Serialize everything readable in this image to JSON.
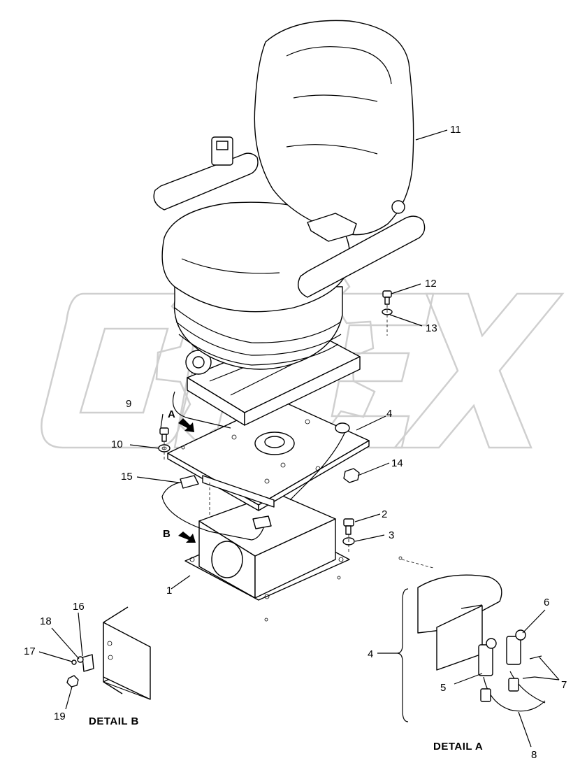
{
  "watermark": "OPEX",
  "callouts": [
    {
      "id": "1",
      "label": "1"
    },
    {
      "id": "2",
      "label": "2"
    },
    {
      "id": "3",
      "label": "3"
    },
    {
      "id": "4",
      "label": "4"
    },
    {
      "id": "5",
      "label": "5"
    },
    {
      "id": "6",
      "label": "6"
    },
    {
      "id": "7",
      "label": "7"
    },
    {
      "id": "8",
      "label": "8"
    },
    {
      "id": "9",
      "label": "9"
    },
    {
      "id": "10",
      "label": "10"
    },
    {
      "id": "11",
      "label": "11"
    },
    {
      "id": "12",
      "label": "12"
    },
    {
      "id": "13",
      "label": "13"
    },
    {
      "id": "14",
      "label": "14"
    },
    {
      "id": "15",
      "label": "15"
    },
    {
      "id": "16",
      "label": "16"
    },
    {
      "id": "17",
      "label": "17"
    },
    {
      "id": "18",
      "label": "18"
    },
    {
      "id": "19",
      "label": "19"
    },
    {
      "id": "4b",
      "label": "4"
    }
  ],
  "view_markers": {
    "a": "A",
    "b": "B"
  },
  "details": {
    "a": "DETAIL A",
    "b": "DETAIL B"
  }
}
